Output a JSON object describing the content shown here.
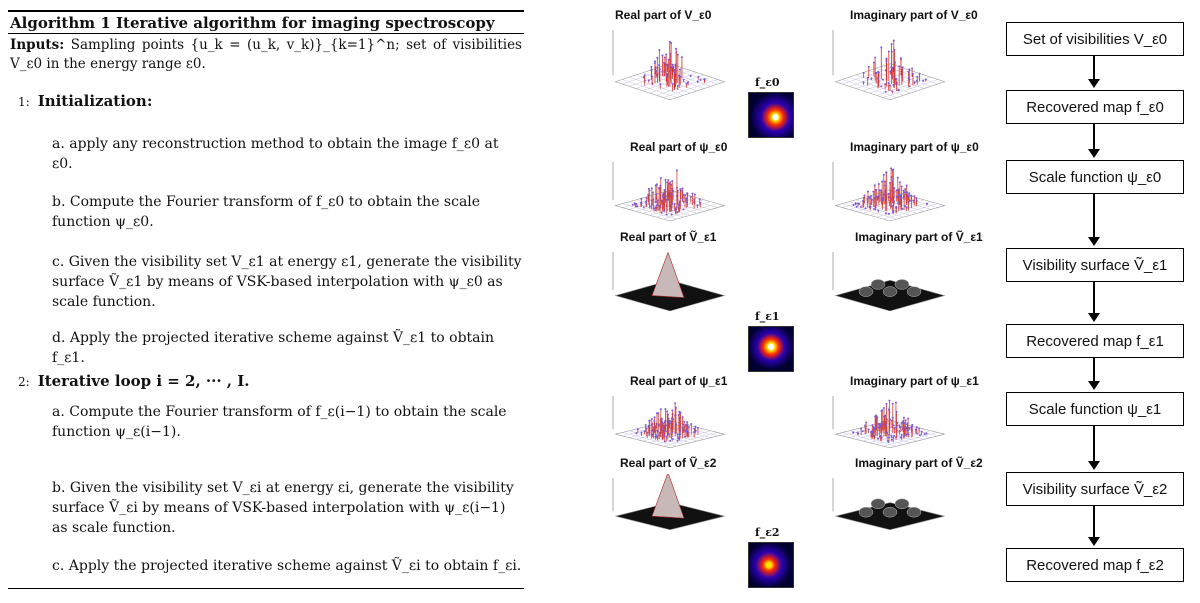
{
  "algorithm": {
    "title": "Algorithm 1 Iterative algorithm for imaging spectroscopy",
    "inputs_label": "Inputs:",
    "inputs_text": "Sampling points {u_k = (u_k, v_k)}_{k=1}^n; set of visibilities V_ε0 in the energy range ε0.",
    "step1_num": "1:",
    "step1_title": "Initialization:",
    "step1_items": [
      "a. apply any reconstruction method to obtain the image f_ε0 at ε0.",
      "b. Compute the Fourier transform of f_ε0 to obtain the scale function ψ_ε0.",
      "c. Given the visibility set V_ε1 at energy ε1, generate the visibility surface Ṽ_ε1 by means of VSK-based interpolation with ψ_ε0 as scale function.",
      "d. Apply the projected iterative scheme against Ṽ_ε1 to obtain f_ε1."
    ],
    "step2_num": "2:",
    "step2_title": "Iterative loop i = 2, ··· , I.",
    "step2_items": [
      "a. Compute the Fourier transform of f_ε(i−1) to obtain the scale function ψ_ε(i−1).",
      "b. Given the visibility set V_εi at energy εi, generate the visibility surface Ṽ_εi by means of VSK-based interpolation with ψ_ε(i−1) as scale function.",
      "c. Apply the projected iterative scheme against Ṽ_εi to obtain f_εi."
    ]
  },
  "figures": {
    "rows": [
      {
        "left_title": "Real part of V_ε0",
        "right_title": "Imaginary part of V_ε0"
      },
      {
        "left_title": "Real part of ψ_ε0",
        "right_title": "Imaginary part of ψ_ε0"
      },
      {
        "left_title": "Real part of Ṽ_ε1",
        "right_title": "Imaginary part of Ṽ_ε1"
      },
      {
        "left_title": "Real part of ψ_ε1",
        "right_title": "Imaginary part of ψ_ε1"
      },
      {
        "left_title": "Real part of Ṽ_ε2",
        "right_title": "Imaginary part of Ṽ_ε2"
      }
    ],
    "maps": [
      "f_ε0",
      "f_ε1",
      "f_ε2"
    ]
  },
  "flow": {
    "nodes": [
      "Set of visibilities V_ε0",
      "Recovered map f_ε0",
      "Scale function ψ_ε0",
      "Visibility surface Ṽ_ε1",
      "Recovered map f_ε1",
      "Scale function ψ_ε1",
      "Visibility surface Ṽ_ε2",
      "Recovered map f_ε2"
    ]
  }
}
